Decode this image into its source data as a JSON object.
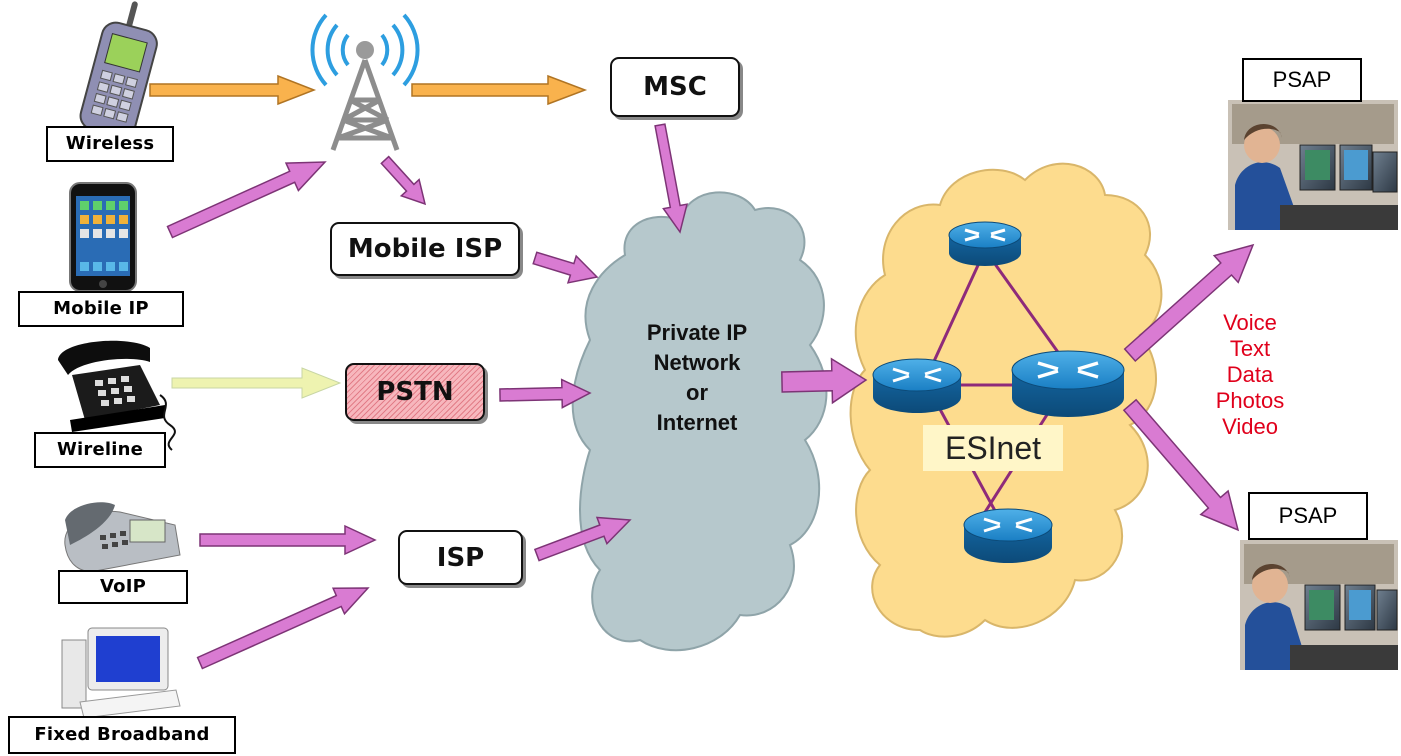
{
  "devices": {
    "wireless": "Wireless",
    "mobile_ip": "Mobile IP",
    "wireline": "Wireline",
    "voip": "VoIP",
    "fixed_broadband": "Fixed Broadband"
  },
  "nodes": {
    "msc": "MSC",
    "mobile_isp": "Mobile ISP",
    "pstn": "PSTN",
    "isp": "ISP"
  },
  "cloud": {
    "line1": "Private IP",
    "line2": "Network",
    "line3": "or",
    "line4": "Internet"
  },
  "esinet": {
    "label": "ESInet"
  },
  "psap": {
    "top_label": "PSAP",
    "bottom_label": "PSAP"
  },
  "media_types": [
    "Voice",
    "Text",
    "Data",
    "Photos",
    "Video"
  ],
  "colors": {
    "orange_arrow": "#f9b24d",
    "pink_arrow": "#d97bd2",
    "pale_arrow": "#eef3b0",
    "private_cloud": "#b6c8cc",
    "esinet_cloud": "#fddc8e",
    "router": "#1a7fc4",
    "link": "#8e2a7a",
    "media_text": "#e0001b"
  },
  "icons": [
    "cell-tower-icon",
    "cell-phone-icon",
    "smartphone-icon",
    "desk-phone-icon",
    "voip-phone-icon",
    "desktop-computer-icon",
    "router-icon",
    "dispatcher-photo-icon"
  ]
}
